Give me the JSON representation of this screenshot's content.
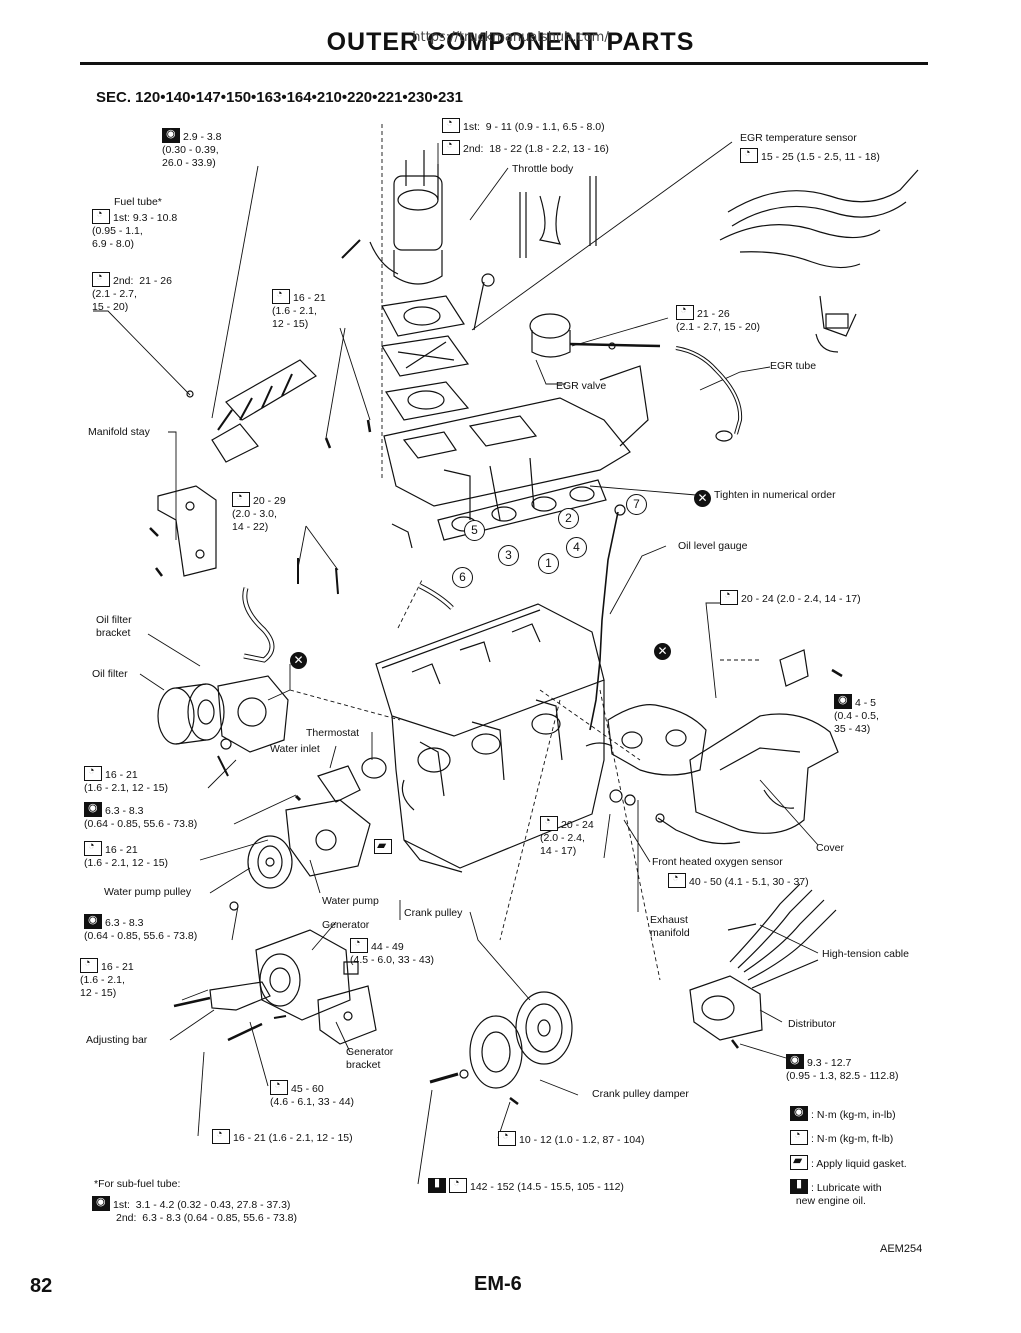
{
  "header": {
    "title": "OUTER COMPONENT PARTS",
    "watermark_url": "https://truckmanualshub.com/"
  },
  "section": "SEC. 120•140•147•150•163•164•210•220•221•230•231",
  "callouts": {
    "top_bolt": "2.9 - 3.8\n(0.30 - 0.39,\n26.0 - 33.9)",
    "throttle_tq1": "1st:  9 - 11 (0.9 - 1.1, 6.5 - 8.0)",
    "throttle_tq2": "2nd:  18 - 22 (1.8 - 2.2, 13 - 16)",
    "throttle_body": "Throttle body",
    "egr_temp": "EGR temperature sensor",
    "egr_temp_tq": "15 - 25 (1.5 - 2.5, 11 - 18)",
    "fuel_tube_label": "Fuel tube*",
    "fuel_tube_1st": "1st: 9.3 - 10.8\n(0.95 - 1.1,\n6.9 - 8.0)",
    "fuel_tube_2nd": "2nd:  21 - 26\n(2.1 - 2.7,\n15 - 20)",
    "intake_bolt": "16 - 21\n(1.6 - 2.1,\n12 - 15)",
    "egr_valve_tq": "21 - 26\n(2.1 - 2.7, 15 - 20)",
    "egr_tube": "EGR tube",
    "egr_valve": "EGR valve",
    "manifold_stay": "Manifold stay",
    "intake_nut": "20 - 29\n(2.0 - 3.0,\n14 - 22)",
    "tighten_order": "Tighten in numerical order",
    "oil_level_gauge": "Oil level gauge",
    "gauge_bolt": "20 - 24 (2.0 - 2.4, 14 - 17)",
    "oil_filter_bracket": "Oil filter\nbracket",
    "oil_filter": "Oil filter",
    "heat_cover_bolt": "4 - 5\n(0.4 - 0.5,\n35 - 43)",
    "thermostat": "Thermostat",
    "water_inlet": "Water inlet",
    "wi_bolt": "16 - 21\n(1.6 - 2.1, 12 - 15)",
    "wp_bolt_nm": "6.3 - 8.3\n(0.64 - 0.85, 55.6 - 73.8)",
    "wp_bolt2": "16 - 21\n(1.6 - 2.1, 12 - 15)",
    "exh_nut": "20 - 24\n(2.0 - 2.4,\n14 - 17)",
    "cover": "Cover",
    "front_o2": "Front heated oxygen sensor",
    "o2_tq": "40 - 50 (4.1 - 5.1, 30 - 37)",
    "wp_pulley": "Water pump pulley",
    "water_pump": "Water pump",
    "crank_pulley": "Crank pulley",
    "exhaust_manifold": "Exhaust\nmanifold",
    "pulley_bolt_nm": "6.3 - 8.3\n(0.64 - 0.85, 55.6 - 73.8)",
    "generator": "Generator",
    "gen_bolt": "44 - 49\n(4.5 - 6.0, 33 - 43)",
    "high_tension": "High-tension cable",
    "gen_adj_bolt": "16 - 21\n(1.6 - 2.1,\n12 - 15)",
    "distributor": "Distributor",
    "adjusting_bar": "Adjusting bar",
    "gen_bracket": "Generator\nbracket",
    "dist_tq": "9.3 - 12.7\n(0.95 - 1.3, 82.5 - 112.8)",
    "bracket_bolt": "45 - 60\n(4.6 - 6.1, 33 - 44)",
    "crank_damper": "Crank pulley damper",
    "adj_bar_bolt": "16 - 21 (1.6 - 2.1, 12 - 15)",
    "damper_bolt": "10 - 12 (1.0 - 1.2, 87 - 104)",
    "crank_bolt": "142 - 152 (14.5 - 15.5, 105 - 112)",
    "subfuel_note": "*For sub-fuel tube:",
    "subfuel_1st": "1st:  3.1 - 4.2 (0.32 - 0.43, 27.8 - 37.3)",
    "subfuel_2nd": "2nd:  6.3 - 8.3 (0.64 - 0.85, 55.6 - 73.8)"
  },
  "order_numbers": [
    "1",
    "2",
    "3",
    "4",
    "5",
    "6",
    "7"
  ],
  "legend": {
    "nm_inlb": ": N·m (kg-m, in-lb)",
    "nm_ftlb": ": N·m (kg-m, ft-lb)",
    "gasket": ": Apply liquid gasket.",
    "lubricate": ": Lubricate with\n  new engine oil."
  },
  "footer": {
    "page_number": "82",
    "section_code": "EM-6",
    "figure_code": "AEM254"
  }
}
